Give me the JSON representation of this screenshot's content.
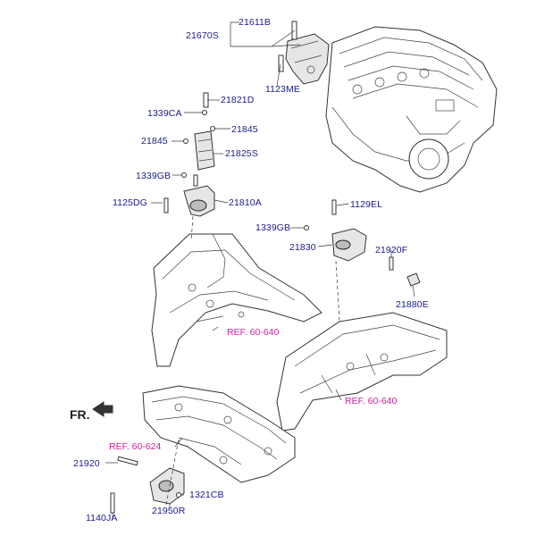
{
  "labels": {
    "p21611B": "21611B",
    "p21670S": "21670S",
    "p1123ME": "1123ME",
    "p21821D": "21821D",
    "p1339CA": "1339CA",
    "p21845a": "21845",
    "p21845b": "21845",
    "p21825S": "21825S",
    "p1339GB_a": "1339GB",
    "p1125DG": "1125DG",
    "p21810A": "21810A",
    "p1129EL": "1129EL",
    "p1339GB_b": "1339GB",
    "p21830": "21830",
    "p21920F": "21920F",
    "p21880E": "21880E",
    "p21920": "21920",
    "p1140JA": "1140JA",
    "p21950R": "21950R",
    "p1321CB": "1321CB"
  },
  "refs": {
    "ref1": "REF. 60-640",
    "ref2": "REF. 60-640",
    "ref3": "REF. 60-624"
  },
  "direction": "FR.",
  "colors": {
    "label": "#1a1a8c",
    "ref": "#cc1f9a"
  }
}
